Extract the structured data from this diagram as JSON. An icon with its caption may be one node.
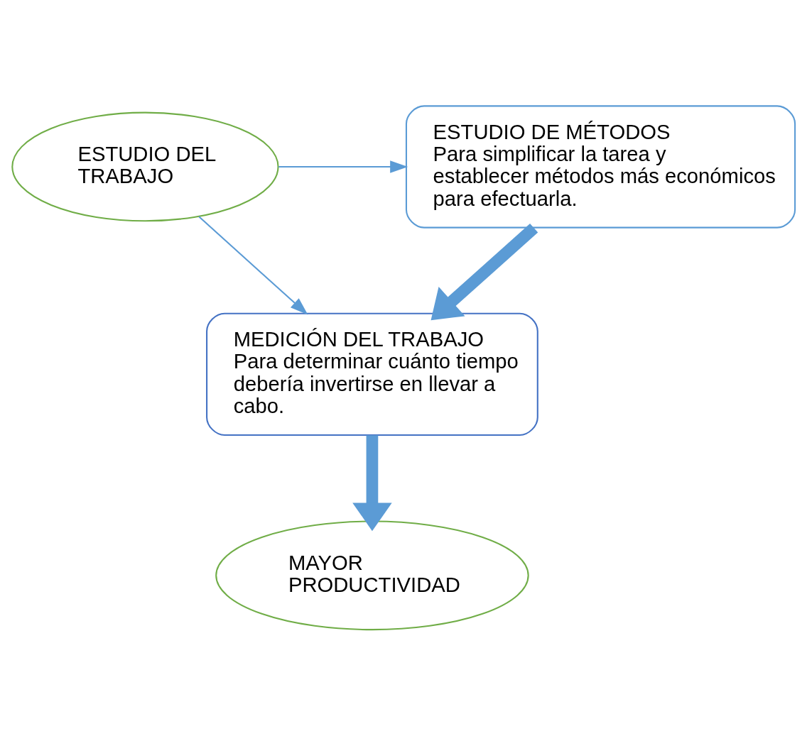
{
  "diagram": {
    "nodes": [
      {
        "text": [
          "ESTUDIO DEL TRABAJO"
        ]
      },
      {
        "text": [
          "ESTUDIO DE MÉTODOS",
          "Para simplificar la tarea y establecer métodos más económicos para efectuarla."
        ]
      },
      {
        "text": [
          "MEDICIÓN DEL TRABAJO",
          "Para determinar cuánto tiempo debería invertirse en llevar a cabo."
        ]
      },
      {
        "text": [
          "MAYOR PRODUCTIVIDAD"
        ]
      }
    ],
    "edges": [
      {
        "from": 0,
        "to": 1,
        "arrow": "to"
      },
      {
        "from": 0,
        "to": 2,
        "arrow": "to"
      },
      {
        "from": 1,
        "to": 2,
        "arrow": "to",
        "style": "thick"
      },
      {
        "from": 2,
        "to": 3,
        "arrow": "to",
        "style": "thick"
      }
    ]
  }
}
